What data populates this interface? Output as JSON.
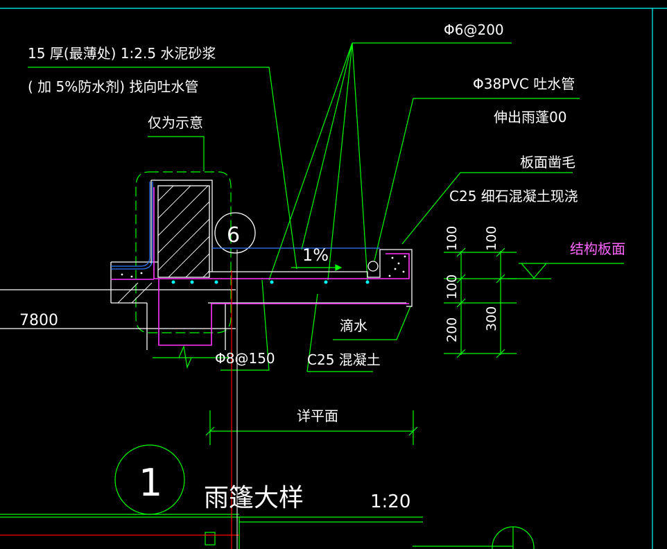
{
  "drawing": {
    "title": "雨篷大样",
    "scale": "1:20",
    "detail_number": "1",
    "section_marker": "6",
    "slope": "1%",
    "span_note": "详平面",
    "length_mark": "7800"
  },
  "annotations": {
    "mortar_line1": "15 厚(最薄处) 1:2.5   水泥砂浆",
    "mortar_line2": "( 加 5%防水剂) 找向吐水管",
    "schematic_note": "仅为示意",
    "rebar_top": "Φ6@200",
    "pvc_pipe": "Φ38PVC   吐水管",
    "pvc_extend": "伸出雨蓬00",
    "slab_chisel": "板面凿毛",
    "concrete_pour": "C25  细石混凝土现浇",
    "drip": "滴水",
    "concrete": "C25  混凝土",
    "rebar_bottom": "Φ8@150",
    "structure_surface": "结构板面"
  },
  "dimensions": {
    "left_top": "100",
    "left_mid": "100",
    "left_bottom": "200",
    "right_top": "100",
    "right_total": "300"
  },
  "colors": {
    "background": "#000000",
    "leader": "#00ff00",
    "structure": "#ffffff",
    "rebar": "#ff33ff",
    "axis": "#ff0000",
    "water": "#3377ff",
    "frame": "#00ffff",
    "surface_label": "#ff66ff"
  }
}
